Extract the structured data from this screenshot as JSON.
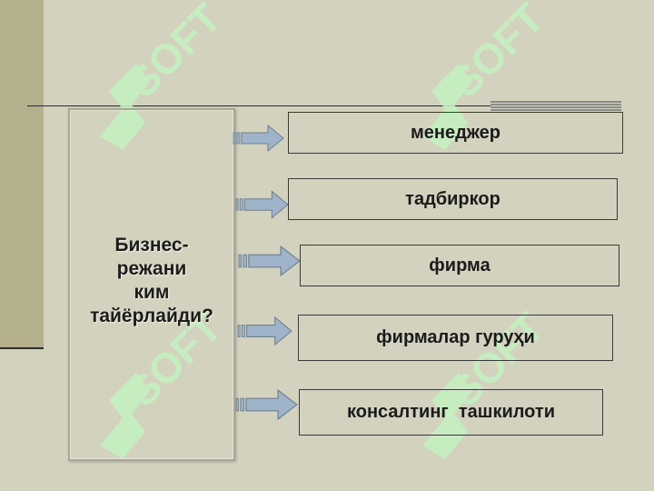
{
  "question": "Бизнес-\nрежани\nким\nтайёрлайди?",
  "answers": [
    "менеджер",
    "тадбиркор",
    "фирма",
    "фирмалар гуруҳи",
    "консалтинг  ташкилоти"
  ],
  "watermark_text": "SOFT",
  "colors": {
    "background": "#d3d2bf",
    "left_strip": "#b4b08b",
    "arrow_fill": "#9fb4c9",
    "arrow_stroke": "#6e7f90",
    "watermark": "#c3f2c0"
  }
}
